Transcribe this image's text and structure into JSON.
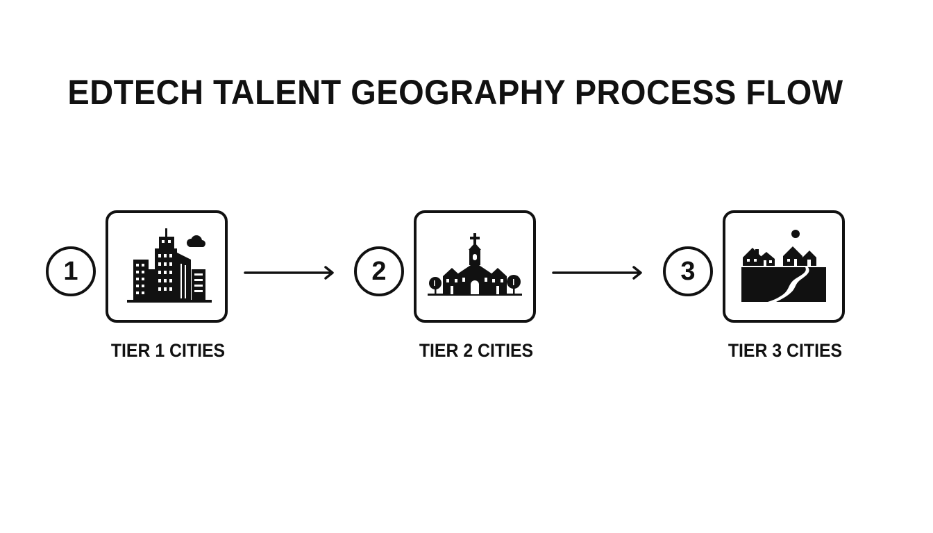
{
  "title": "EDTECH TALENT GEOGRAPHY PROCESS FLOW",
  "steps": [
    {
      "number": "1",
      "label": "TIER 1 CITIES",
      "icon": "city-skyline-icon"
    },
    {
      "number": "2",
      "label": "TIER 2 CITIES",
      "icon": "town-church-icon"
    },
    {
      "number": "3",
      "label": "TIER 3 CITIES",
      "icon": "village-houses-icon"
    }
  ],
  "colors": {
    "ink": "#111111",
    "background": "#ffffff"
  }
}
